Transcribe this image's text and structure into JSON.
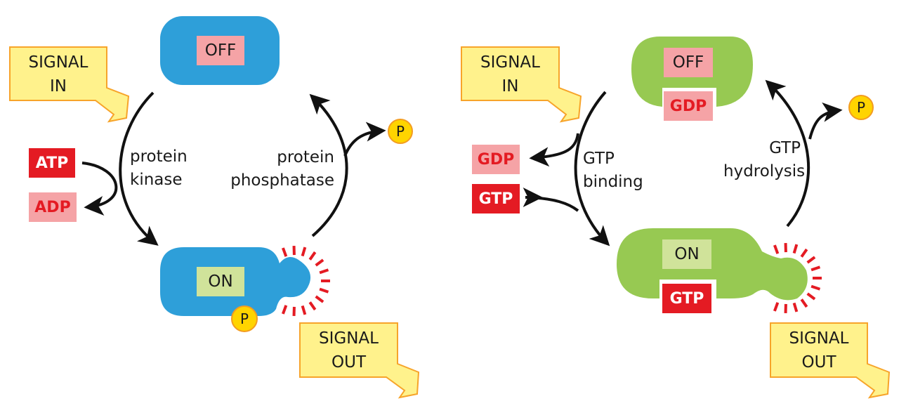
{
  "colors": {
    "kinase_protein": "#2e9fd9",
    "gtpase_protein": "#97c952",
    "off_box": "#f5a3a6",
    "on_box": "#d0e39a",
    "nucleotide_active": "#e41b23",
    "nucleotide_spent": "#f5a3a6",
    "signal_fill": "#fff28c",
    "signal_stroke": "#f7a42a",
    "phosphate_fill": "#ffd400",
    "phosphate_stroke": "#f39c21",
    "activity_rays": "#e41b23",
    "arrow": "#111111"
  },
  "left_panel": {
    "signal_in": [
      "SIGNAL",
      "IN"
    ],
    "off_label": "OFF",
    "on_label": "ON",
    "atp_label": "ATP",
    "adp_label": "ADP",
    "forward_enzyme": [
      "protein",
      "kinase"
    ],
    "reverse_enzyme": [
      "protein",
      "phosphatase"
    ],
    "phosphate_released": "P",
    "phosphate_attached": "P",
    "signal_out": [
      "SIGNAL",
      "OUT"
    ]
  },
  "right_panel": {
    "signal_in": [
      "SIGNAL",
      "IN"
    ],
    "off_label": "OFF",
    "off_bound": "GDP",
    "on_label": "ON",
    "on_bound": "GTP",
    "gdp_released": "GDP",
    "gtp_in": "GTP",
    "forward_process": [
      "GTP",
      "binding"
    ],
    "reverse_process": [
      "GTP",
      "hydrolysis"
    ],
    "phosphate_released": "P",
    "signal_out": [
      "SIGNAL",
      "OUT"
    ]
  }
}
